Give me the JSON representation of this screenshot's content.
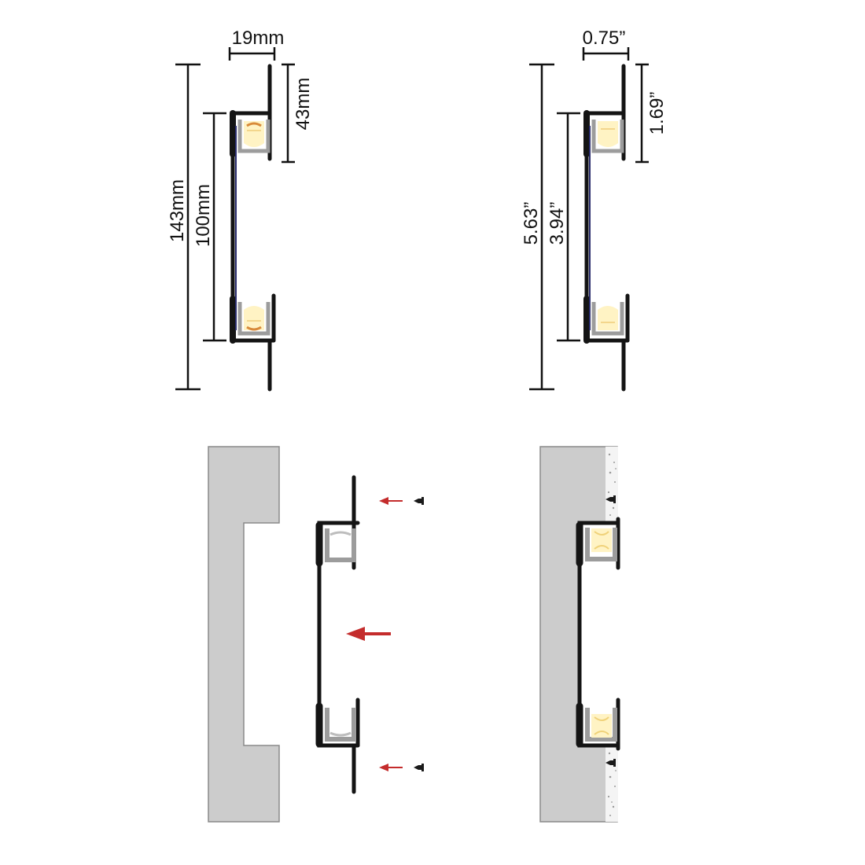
{
  "colors": {
    "profile": "#141414",
    "diffuser_fill": "#ffffff",
    "diffuser_stroke": "#9c9c9c",
    "led_glow": "#fff3c4",
    "led_core": "#d88a3a",
    "wall": "#cccccc",
    "wall_stroke": "#8a8a8a",
    "arrow": "#c42c2c",
    "plaster_dots": "#9a9a9a",
    "dimension_line": "#111111"
  },
  "metric": {
    "width_label": "19mm",
    "top_offset_label": "43mm",
    "total_height_label": "143mm",
    "inner_height_label": "100mm"
  },
  "imperial": {
    "width_label": "0.75”",
    "top_offset_label": "1.69”",
    "total_height_label": "5.63”",
    "inner_height_label": "3.94”"
  },
  "icons": [
    "screw-icon",
    "arrow-left-icon",
    "led-strip-icon"
  ]
}
